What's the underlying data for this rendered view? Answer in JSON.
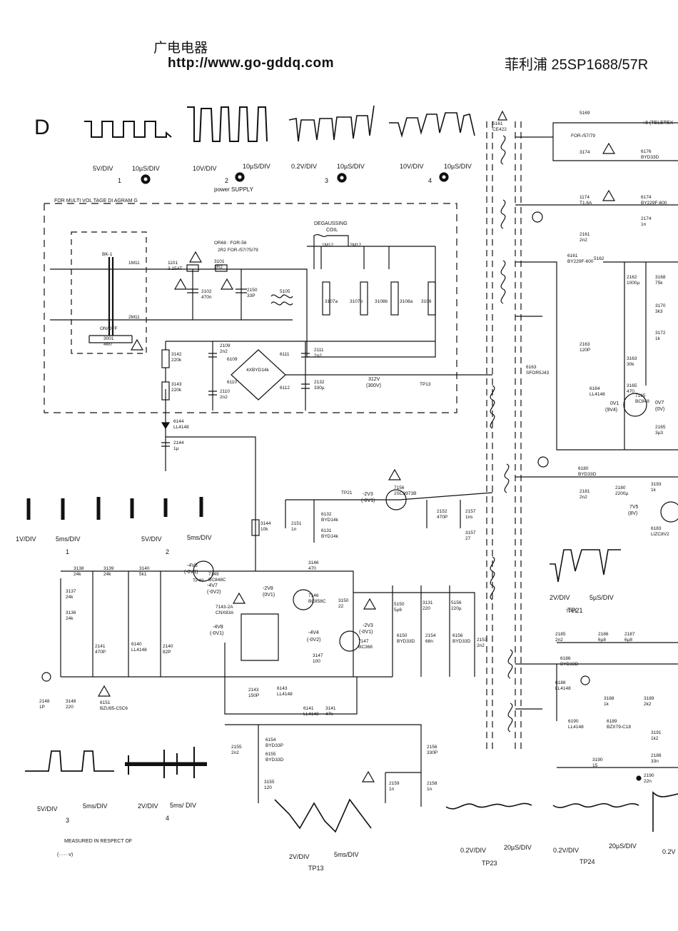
{
  "header": {
    "site_name_cn": "广电电器",
    "site_url": "http://www.go-gddq.com",
    "model_title": "菲利浦 25SP1688/57R"
  },
  "diagram": {
    "letter": "D",
    "supply_note": "FOR MULTI VOL TAGE DI AGRAM  G",
    "degauss_label1": "DEGAUSSING",
    "degauss_label2": "COIL",
    "teletext_label": "+8 (TELETEX",
    "measure_note": "MEASURED IN RESPECT OF",
    "measure_sub": "(······v)",
    "power_supply": "power SUPPLY"
  },
  "scope_captions": [
    {
      "id": "s1",
      "volts": "5V/DIV",
      "time": "10µS/DIV",
      "num": "1"
    },
    {
      "id": "s2",
      "volts": "10V/DIV",
      "time": "10µS/DIV",
      "num": "2"
    },
    {
      "id": "s3",
      "volts": "0.2V/DIV",
      "time": "10µS/DIV",
      "num": "3"
    },
    {
      "id": "s4",
      "volts": "10V/DIV",
      "time": "10µS/DIV",
      "num": "4"
    },
    {
      "id": "m1",
      "volts": "1V/DIV",
      "time": "5ms/DIV",
      "num": "1"
    },
    {
      "id": "m2",
      "volts": "5V/DIV",
      "time": "5ms/DIV",
      "num": "2"
    },
    {
      "id": "b3",
      "volts": "5V/DIV",
      "time": "5ms/DIV",
      "num": "3"
    },
    {
      "id": "b4",
      "volts": "2V/DIV",
      "time": "5ms/ DIV",
      "num": "4"
    },
    {
      "id": "tp13",
      "volts": "2V/DIV",
      "time": "5ms/DIV",
      "num": "TP13"
    },
    {
      "id": "tp21",
      "volts": "2V/DIV",
      "time": "5µS/DIV",
      "num": "TP21"
    },
    {
      "id": "tp23",
      "volts": "0.2V/DIV",
      "time": "20µS/DIV",
      "num": "TP23"
    },
    {
      "id": "tp24",
      "volts": "0.2V/DIV",
      "time": "20µS/DIV",
      "num": "TP24"
    },
    {
      "id": "tp25",
      "volts": "0.2V",
      "time": "",
      "num": ""
    }
  ],
  "components": [
    {
      "ref": "1101",
      "val": "3.15AT"
    },
    {
      "ref": "2102",
      "val": "470n"
    },
    {
      "ref": "3101",
      "val": "2R2"
    },
    {
      "ref": "2150",
      "val": "33P"
    },
    {
      "ref": "5105",
      "val": ""
    },
    {
      "ref": "3001",
      "val": "4M7"
    },
    {
      "ref": "3142",
      "val": "220k"
    },
    {
      "ref": "3143",
      "val": "220k"
    },
    {
      "ref": "2109",
      "val": "2n2"
    },
    {
      "ref": "2110",
      "val": "2n2"
    },
    {
      "ref": "2111",
      "val": "2n2"
    },
    {
      "ref": "2132",
      "val": "330µ"
    },
    {
      "ref": "6144",
      "val": "LL4148"
    },
    {
      "ref": "2144",
      "val": "1µ"
    },
    {
      "ref": "3144",
      "val": "10k"
    },
    {
      "ref": "2151",
      "val": "1n"
    },
    {
      "ref": "6132",
      "val": "BYD14k"
    },
    {
      "ref": "6131",
      "val": "BYD14k"
    },
    {
      "ref": "7156",
      "val": "2SC3973B"
    },
    {
      "ref": "2152",
      "val": "470P"
    },
    {
      "ref": "2157",
      "val": "1ns"
    },
    {
      "ref": "3157",
      "val": "27"
    },
    {
      "ref": "3138",
      "val": "24k"
    },
    {
      "ref": "3139",
      "val": "24k"
    },
    {
      "ref": "3140",
      "val": "5k1"
    },
    {
      "ref": "3137",
      "val": "24k"
    },
    {
      "ref": "3136",
      "val": "24k"
    },
    {
      "ref": "7149",
      "val": "BC848C"
    },
    {
      "ref": "3146",
      "val": "470"
    },
    {
      "ref": "7146",
      "val": "BC858C"
    },
    {
      "ref": "3150",
      "val": "22"
    },
    {
      "ref": "5150",
      "val": "5µ6"
    },
    {
      "ref": "3131",
      "val": "220"
    },
    {
      "ref": "5156",
      "val": "220µ"
    },
    {
      "ref": "7143-2A",
      "val": "CNX83A"
    },
    {
      "ref": "7147",
      "val": "BC368"
    },
    {
      "ref": "6150",
      "val": "BYD33D"
    },
    {
      "ref": "2154",
      "val": "68n"
    },
    {
      "ref": "6156",
      "val": "BYD33D"
    },
    {
      "ref": "2153",
      "val": "2n2"
    },
    {
      "ref": "3147",
      "val": "100"
    },
    {
      "ref": "2141",
      "val": "470P"
    },
    {
      "ref": "6140",
      "val": "LL4148"
    },
    {
      "ref": "2140",
      "val": "82P"
    },
    {
      "ref": "2143",
      "val": "150P"
    },
    {
      "ref": "6143",
      "val": "LL4148"
    },
    {
      "ref": "6141",
      "val": "LL4148"
    },
    {
      "ref": "3141",
      "val": "47k"
    },
    {
      "ref": "2148",
      "val": "1P"
    },
    {
      "ref": "3148",
      "val": "220"
    },
    {
      "ref": "6151",
      "val": "BZU85-C5C6"
    },
    {
      "ref": "2155",
      "val": "2n2"
    },
    {
      "ref": "6154",
      "val": "BYD33P"
    },
    {
      "ref": "6155",
      "val": "BYD33D"
    },
    {
      "ref": "3155",
      "val": "120"
    },
    {
      "ref": "2156",
      "val": "330P"
    },
    {
      "ref": "2159",
      "val": "1n"
    },
    {
      "ref": "2158",
      "val": "1n"
    },
    {
      "ref": "5169",
      "val": ""
    },
    {
      "ref": "3174",
      "val": ""
    },
    {
      "ref": "6176",
      "val": "BYD33D"
    },
    {
      "ref": "1174",
      "val": "T1.6A"
    },
    {
      "ref": "6174",
      "val": "BY229F-600"
    },
    {
      "ref": "2174",
      "val": "1n"
    },
    {
      "ref": "2161",
      "val": "2n2"
    },
    {
      "ref": "6161",
      "val": "BY229F-600"
    },
    {
      "ref": "5162",
      "val": ""
    },
    {
      "ref": "2162",
      "val": "1000µ"
    },
    {
      "ref": "3168",
      "val": "75k"
    },
    {
      "ref": "3170",
      "val": "3k3"
    },
    {
      "ref": "3172",
      "val": "1k"
    },
    {
      "ref": "2163",
      "val": "120P"
    },
    {
      "ref": "3163",
      "val": "30k"
    },
    {
      "ref": "6163",
      "val": "SFOR5J43"
    },
    {
      "ref": "6164",
      "val": "LL4148"
    },
    {
      "ref": "3165",
      "val": "470"
    },
    {
      "ref": "7165",
      "val": "BC848"
    },
    {
      "ref": "2165",
      "val": "3µ3"
    },
    {
      "ref": "6180",
      "val": "BYD33D"
    },
    {
      "ref": "2181",
      "val": "2n2"
    },
    {
      "ref": "2180",
      "val": "2200µ"
    },
    {
      "ref": "3193",
      "val": "1k"
    },
    {
      "ref": "6183",
      "val": "LIZC8V2"
    },
    {
      "ref": "2185",
      "val": "2n2"
    },
    {
      "ref": "2186",
      "val": "6µ8"
    },
    {
      "ref": "2187",
      "val": "6µ8"
    },
    {
      "ref": "6186",
      "val": "BYD33D"
    },
    {
      "ref": "6188",
      "val": "LL4148"
    },
    {
      "ref": "3188",
      "val": "1k"
    },
    {
      "ref": "3189",
      "val": "2k2"
    },
    {
      "ref": "6189",
      "val": "BZX79-C18"
    },
    {
      "ref": "6190",
      "val": "LL4148"
    },
    {
      "ref": "3191",
      "val": "1k2"
    },
    {
      "ref": "2188",
      "val": "33n"
    },
    {
      "ref": "3190",
      "val": "15"
    },
    {
      "ref": "2190",
      "val": "22n"
    },
    {
      "ref": "5161",
      "val": "CE422"
    }
  ],
  "voltages": [
    "-4V6",
    "(-0V1)",
    "-4V7",
    "(-0V2)",
    "-2V8",
    "(0V1)",
    "-4V4",
    "(-0V2)",
    "-2V3",
    "(-0V1)",
    "-4V8",
    "(-0V1)",
    "-2V3",
    "(-0V1)",
    "312V",
    "(300V)",
    "0V1",
    "(9V4)",
    "0V7",
    "(0V)",
    "7V5",
    "(8V)"
  ],
  "notes": [
    "OR68 : FOR-56",
    "2R2   FOR-/57/75/79",
    "FOR-/57/79",
    "4XBYD14k",
    "BK-1",
    "ON/OFF",
    "1M11",
    "2M11",
    "1M12",
    "2M12",
    "TP13",
    "TP21",
    "TP40",
    "TP21",
    "3107a",
    "3107b",
    "3108b",
    "3108a",
    "3106",
    "6111",
    "6109",
    "6112",
    "6110"
  ]
}
